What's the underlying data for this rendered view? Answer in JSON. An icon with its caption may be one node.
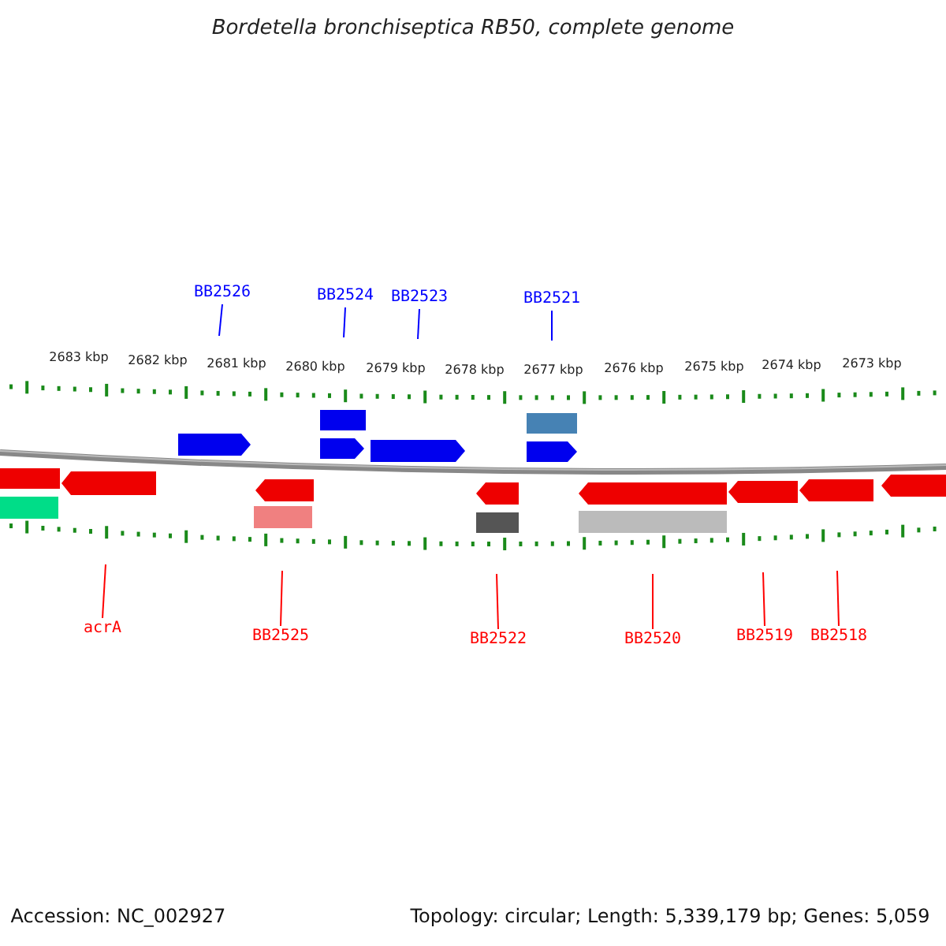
{
  "diagram": {
    "title": "Bordetella bronchiseptica RB50, complete genome",
    "nodes": [
      {
        "text": [
          "BB2526"
        ]
      },
      {
        "text": [
          "BB2524"
        ]
      },
      {
        "text": [
          "BB2523"
        ]
      },
      {
        "text": [
          "BB2521"
        ]
      },
      {
        "text": [
          "acrA"
        ]
      },
      {
        "text": [
          "BB2525"
        ]
      },
      {
        "text": [
          "BB2522"
        ]
      },
      {
        "text": [
          "BB2520"
        ]
      },
      {
        "text": [
          "BB2519"
        ]
      },
      {
        "text": [
          "BB2518"
        ]
      }
    ],
    "edges": [
      {
        "from": 0,
        "to": null,
        "arrow": "none",
        "color": "#0000ff"
      },
      {
        "from": 1,
        "to": null,
        "arrow": "none",
        "color": "#0000ff"
      },
      {
        "from": 2,
        "to": null,
        "arrow": "none",
        "color": "#0000ff"
      },
      {
        "from": 3,
        "to": null,
        "arrow": "none",
        "color": "#0000ff"
      },
      {
        "from": 4,
        "to": null,
        "arrow": "none"
      },
      {
        "from": 5,
        "to": null,
        "arrow": "none"
      },
      {
        "from": 6,
        "to": null,
        "arrow": "none"
      },
      {
        "from": 7,
        "to": null,
        "arrow": "none"
      },
      {
        "from": 8,
        "to": null,
        "arrow": "none"
      },
      {
        "from": 9,
        "to": null,
        "arrow": "none"
      }
    ],
    "labels": [
      "2683 kbp",
      "2682 kbp",
      "2681 kbp",
      "2680 kbp",
      "2679 kbp",
      "2678 kbp",
      "2677 kbp",
      "2676 kbp",
      "2675 kbp",
      "2674 kbp",
      "2673 kbp",
      "Accession: NC_002927",
      "Topology: circular; Length: 5,339,179 bp; Genes: 5,059"
    ]
  }
}
